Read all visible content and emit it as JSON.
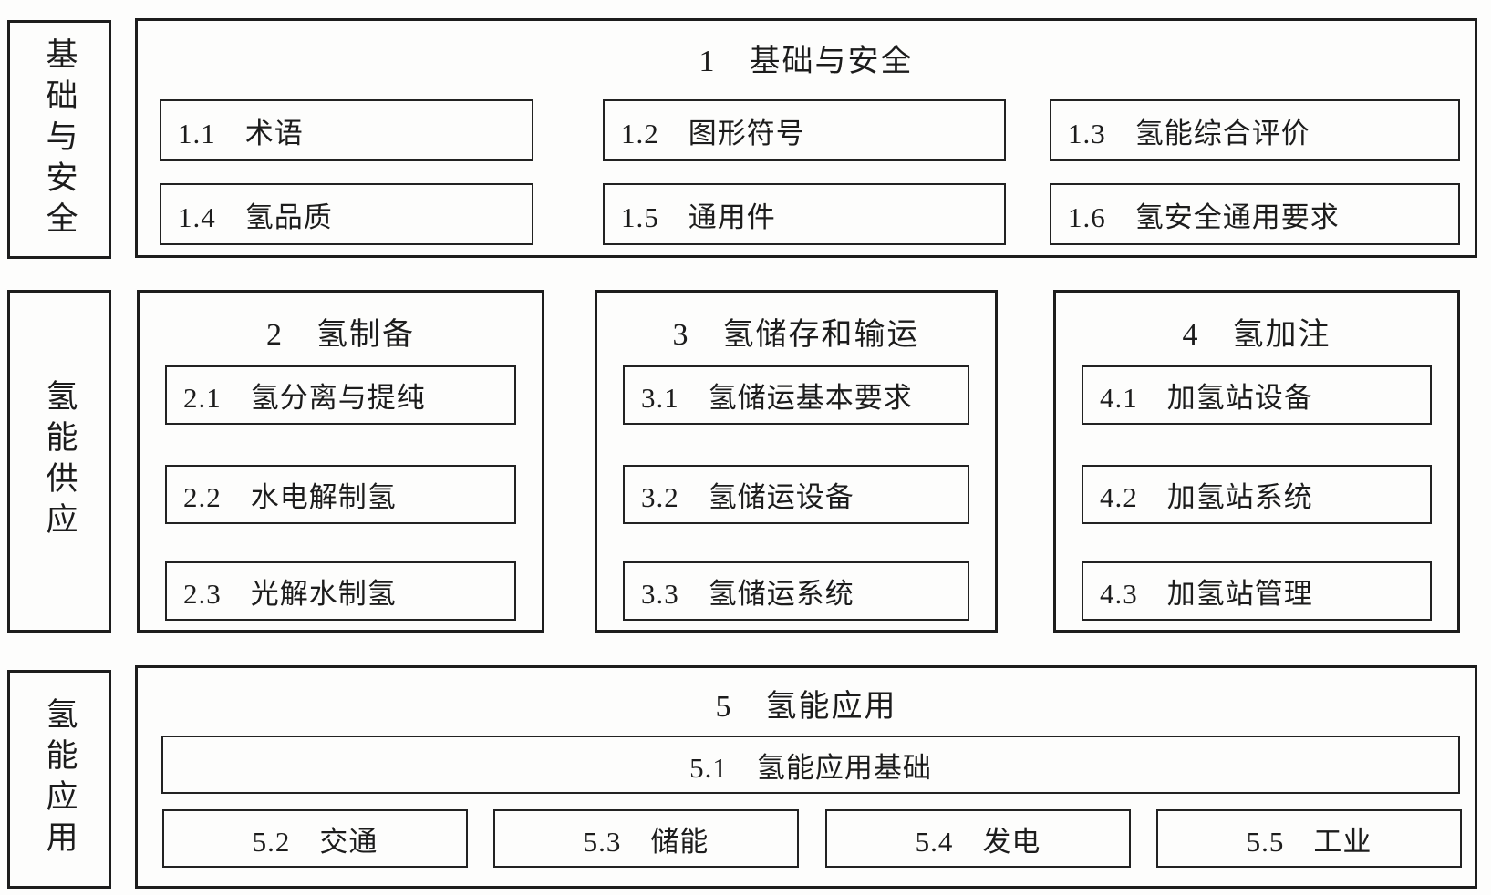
{
  "colors": {
    "border": "#1d1d1d",
    "text": "#1c1c1c",
    "background": "#fdfdfc"
  },
  "foundation": {
    "side_label": "基础与安全",
    "title": "1　基础与安全",
    "items": [
      "1.1　术语",
      "1.2　图形符号",
      "1.3　氢能综合评价",
      "1.4　氢品质",
      "1.5　通用件",
      "1.6　氢安全通用要求"
    ]
  },
  "supply": {
    "side_label": "氢能供应",
    "columns": [
      {
        "title": "2　氢制备",
        "items": [
          "2.1　氢分离与提纯",
          "2.2　水电解制氢",
          "2.3　光解水制氢"
        ]
      },
      {
        "title": "3　氢储存和输运",
        "items": [
          "3.1　氢储运基本要求",
          "3.2　氢储运设备",
          "3.3　氢储运系统"
        ]
      },
      {
        "title": "4　氢加注",
        "items": [
          "4.1　加氢站设备",
          "4.2　加氢站系统",
          "4.3　加氢站管理"
        ]
      }
    ]
  },
  "application": {
    "side_label": "氢能应用",
    "title": "5　氢能应用",
    "base_item": "5.1　氢能应用基础",
    "items": [
      "5.2　交通",
      "5.3　储能",
      "5.4　发电",
      "5.5　工业"
    ]
  }
}
